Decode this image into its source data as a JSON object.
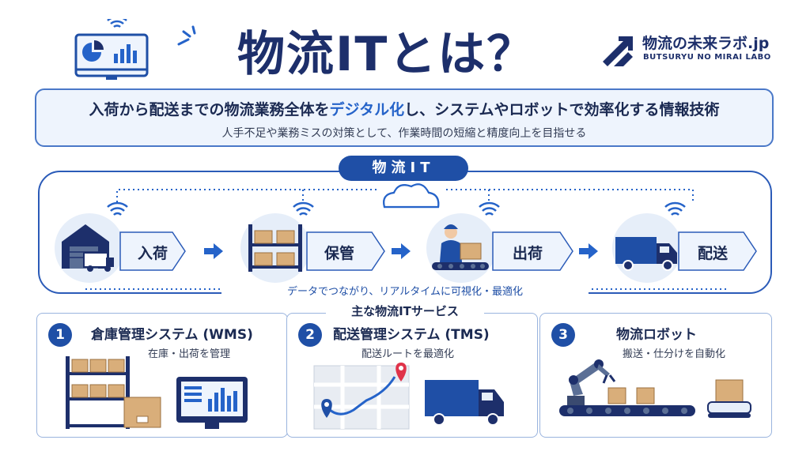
{
  "header": {
    "title": "物流ITとは？",
    "brand_name": "物流の未来ラボ.jp",
    "brand_sub": "BUTSURYU NO MIRAI LABO"
  },
  "definition": {
    "main_before": "入荷から配送までの物流業務全体を",
    "main_highlight": "デジタル化",
    "main_after": "し、システムやロボットで効率化する情報技術",
    "sub": "人手不足や業務ミスの対策として、作業時間の短縮と精度向上を目指せる"
  },
  "flow": {
    "label": "物流IT",
    "steps": [
      "入荷",
      "保管",
      "出荷",
      "配送"
    ],
    "caption": "データでつながり、リアルタイムに可視化・最適化"
  },
  "services": {
    "label": "主な物流ITサービス",
    "cards": [
      {
        "num": "1",
        "title": "倉庫管理システム (WMS)",
        "desc": "在庫・出荷を管理"
      },
      {
        "num": "2",
        "title": "配送管理システム (TMS)",
        "desc": "配送ルートを最適化"
      },
      {
        "num": "3",
        "title": "物流ロボット",
        "desc": "搬送・仕分けを自動化"
      }
    ]
  },
  "colors": {
    "navy": "#1d2f6b",
    "accent_blue": "#2563c9",
    "panel_blue": "#2b5bb8",
    "light_blue": "#eef4fd",
    "box_brown": "#d9ae7a",
    "pin_red": "#e0334a"
  },
  "icons": [
    "monitor-chart-icon",
    "wifi-icon",
    "cloud-icon",
    "warehouse-icon",
    "shelf-icon",
    "worker-icon",
    "truck-icon",
    "map-pin-icon",
    "robot-arm-icon"
  ]
}
